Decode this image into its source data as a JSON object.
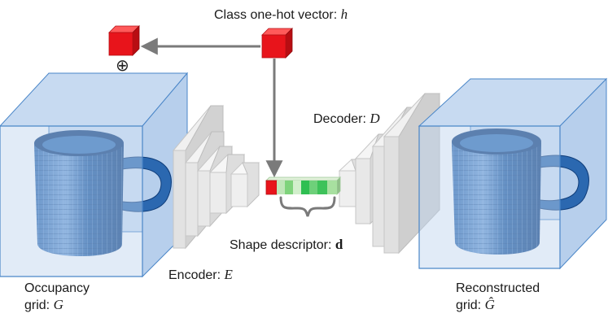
{
  "labels": {
    "class_vector_text": "Class one-hot vector: ",
    "class_vector_symbol": "h",
    "concat_symbol": "⊕",
    "decoder_text": "Decoder: ",
    "decoder_symbol": "D",
    "encoder_text": "Encoder: ",
    "encoder_symbol": "E",
    "shape_descriptor_text": "Shape descriptor: ",
    "shape_descriptor_symbol": "d",
    "occupancy_line1": "Occupancy",
    "occupancy_line2": "grid: ",
    "occupancy_symbol": "G",
    "reconstructed_line1": "Reconstructed",
    "reconstructed_line2": "grid: ",
    "reconstructed_symbol": "Ĝ"
  },
  "colors": {
    "one_hot_red": "#e8141b",
    "grid_box_fill": "#bcd3ee",
    "grid_box_edge": "#4a86c8",
    "mug_blue": "#1f5fa8",
    "layer_gray": "#d9d9d9",
    "arrow_gray": "#7a7a7a",
    "descriptor_green": "#3ec25a",
    "descriptor_light_green": "#a8e0a0"
  }
}
